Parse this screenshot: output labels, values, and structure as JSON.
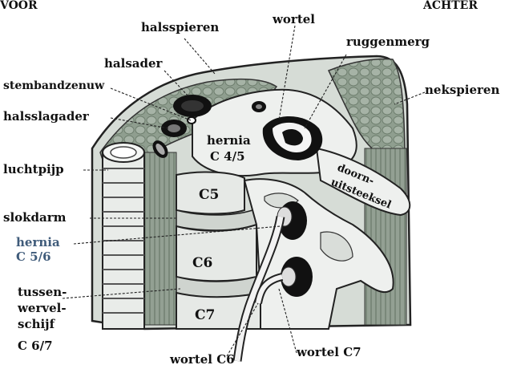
{
  "corner": {
    "left": "VOOR",
    "right": "ACHTER"
  },
  "labels": {
    "halsspieren": "halsspieren",
    "wortel": "wortel",
    "ruggenmerg": "ruggenmerg",
    "halsader": "halsader",
    "stembandzenuw": "stembandzenuw",
    "nekspieren": "nekspieren",
    "halsslagader": "halsslagader",
    "luchtpijp": "luchtpijp",
    "slokdarm": "slokdarm",
    "hernia_c56_line1": "hernia",
    "hernia_c56_line2": "C 5/6",
    "tussenwervel_line1": "tussen-",
    "tussenwervel_line2": "wervel-",
    "tussenwervel_line3": "schijf",
    "tussenwervel_line4": "C 6/7",
    "wortel_c6": "wortel C6",
    "wortel_c7": "wortel C7",
    "hernia_c45_line1": "hernia",
    "hernia_c45_line2": "C 4/5",
    "doorn_line1": "doorn-",
    "doorn_line2": "uitsteeksel",
    "vertebra_c5": "C5",
    "vertebra_c6": "C6",
    "vertebra_c7": "C7"
  },
  "colors": {
    "label_blue": "#3f5b7a",
    "line": "#222222",
    "muscle": "#8f9e8f",
    "bone": "#eef0ee"
  }
}
